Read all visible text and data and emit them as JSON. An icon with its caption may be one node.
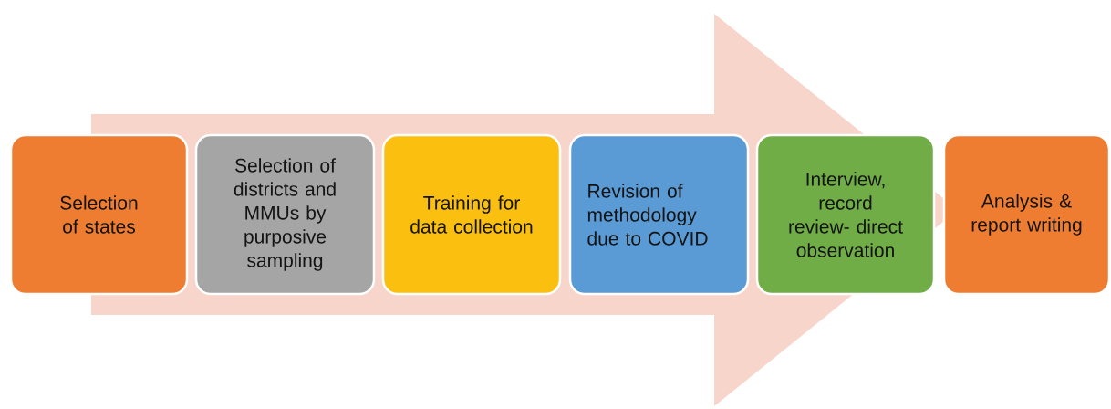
{
  "diagram": {
    "nodes": [
      {
        "text": [
          "Selection of states"
        ]
      },
      {
        "text": [
          "Selection of districts and MMUs by purposive sampling"
        ]
      },
      {
        "text": [
          "Training for data collection"
        ]
      },
      {
        "text": [
          "Revision of methodology due to COVID"
        ]
      },
      {
        "text": [
          "Interview, record review- direct observation"
        ]
      },
      {
        "text": [
          "Analysis & report writing"
        ]
      }
    ],
    "edges": [
      {
        "from": 0,
        "to": 5,
        "arrow": "to"
      }
    ]
  }
}
